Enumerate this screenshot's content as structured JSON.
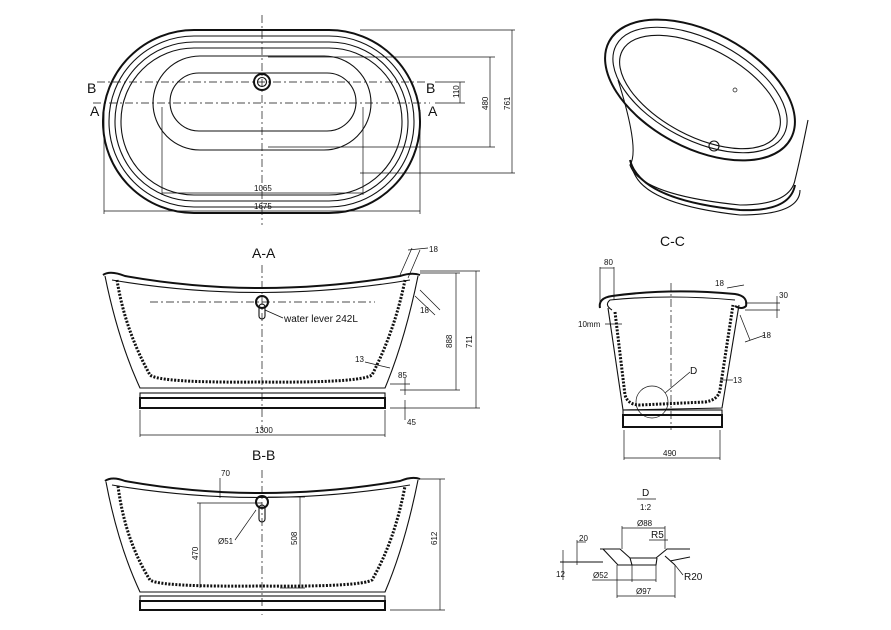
{
  "top_view": {
    "section_b_left": "B",
    "section_a_left": "A",
    "section_b_right": "B",
    "section_a_right": "A",
    "dim_110": "110",
    "dim_480": "480",
    "dim_761": "761",
    "dim_1065": "1065",
    "dim_1675": "1675"
  },
  "section_aa": {
    "title": "A-A",
    "dim_18_top": "18",
    "dim_18_side": "18",
    "water_label": "water lever 242L",
    "dim_13": "13",
    "dim_888": "888",
    "dim_711": "711",
    "dim_85": "85",
    "dim_45": "45",
    "dim_1300": "1300"
  },
  "section_bb": {
    "title": "B-B",
    "dim_70": "70",
    "dim_51": "Ø51",
    "dim_470": "470",
    "dim_508": "508",
    "dim_612": "612"
  },
  "section_cc": {
    "title": "C-C",
    "dim_80": "80",
    "dim_18_top": "18",
    "dim_30": "30",
    "dim_10mm": "10mm",
    "dim_18_side": "18",
    "detail_ref": "D",
    "dim_13": "13",
    "dim_490": "490"
  },
  "detail_d": {
    "title": "D",
    "scale": "1:2",
    "dim_88": "Ø88",
    "dim_r5": "R5",
    "dim_20": "20",
    "dim_12": "12",
    "dim_52": "Ø52",
    "dim_r20": "R20",
    "dim_97": "Ø97"
  }
}
